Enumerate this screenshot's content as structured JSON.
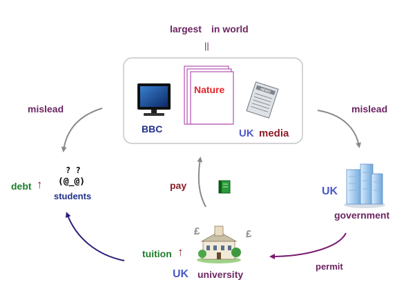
{
  "top": {
    "largest": "largest",
    "in_world": "in world",
    "equals_mark": "||"
  },
  "media_box": {
    "bbc_label": "BBC",
    "nature_label": "Nature",
    "uk_label": "UK",
    "media_label": "media",
    "newspaper_text": "NEWS"
  },
  "left_mislead": "mislead",
  "right_mislead": "mislead",
  "students": {
    "question_marks": "? ?",
    "face": "(@_@)",
    "label": "students",
    "debt_label": "debt",
    "debt_arrow": "↑"
  },
  "government": {
    "uk_label": "UK",
    "label": "government"
  },
  "pay_label": "pay",
  "permit_label": "permit",
  "university": {
    "uk_label": "UK",
    "label": "university",
    "pound_left": "£",
    "pound_right": "£",
    "tuition_label": "tuition",
    "tuition_arrow": "↑"
  },
  "icons": [
    "monitor-icon",
    "journal-icon",
    "newspaper-icon",
    "building-icon",
    "university-building-icon",
    "green-book-icon"
  ],
  "colors": {
    "purple": "#6b2462",
    "blue": "#4a57c8",
    "navy": "#1f2f8a",
    "red": "#e3252b",
    "green": "#1b7d2a",
    "gray_arrow": "#8a8a8a",
    "navy_arrow": "#2b1f78",
    "purple_arrow": "#7a1b6e"
  }
}
